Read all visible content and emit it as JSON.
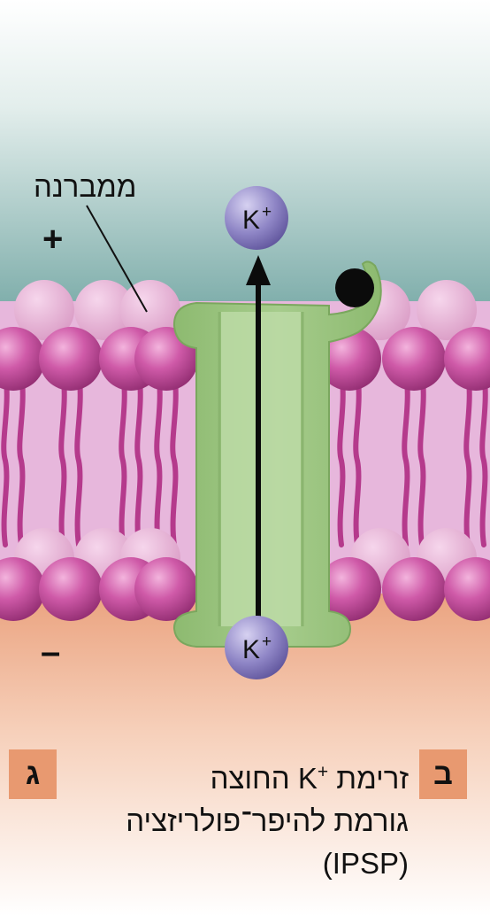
{
  "membrane_label": "ממברנה",
  "sign_outside": "+",
  "sign_inside": "–",
  "ion": {
    "symbol": "K",
    "charge": "+"
  },
  "panel_left_letter": "ג",
  "panel_right_letter": "ב",
  "caption": {
    "line1_prefix": "זרימת ",
    "line1_ion": "K",
    "line1_sup": "+",
    "line1_suffix": " החוצה",
    "line2": "גורמת להיפר־פולריזציה",
    "line3": "(IPSP)"
  },
  "colors": {
    "extracellular": "#cfe3e0",
    "intracellular": "#f0b89a",
    "phospholipid_head": "#c2479a",
    "channel": "#9bc27e",
    "ion": "#8d85c4",
    "badge": "#e89970"
  }
}
